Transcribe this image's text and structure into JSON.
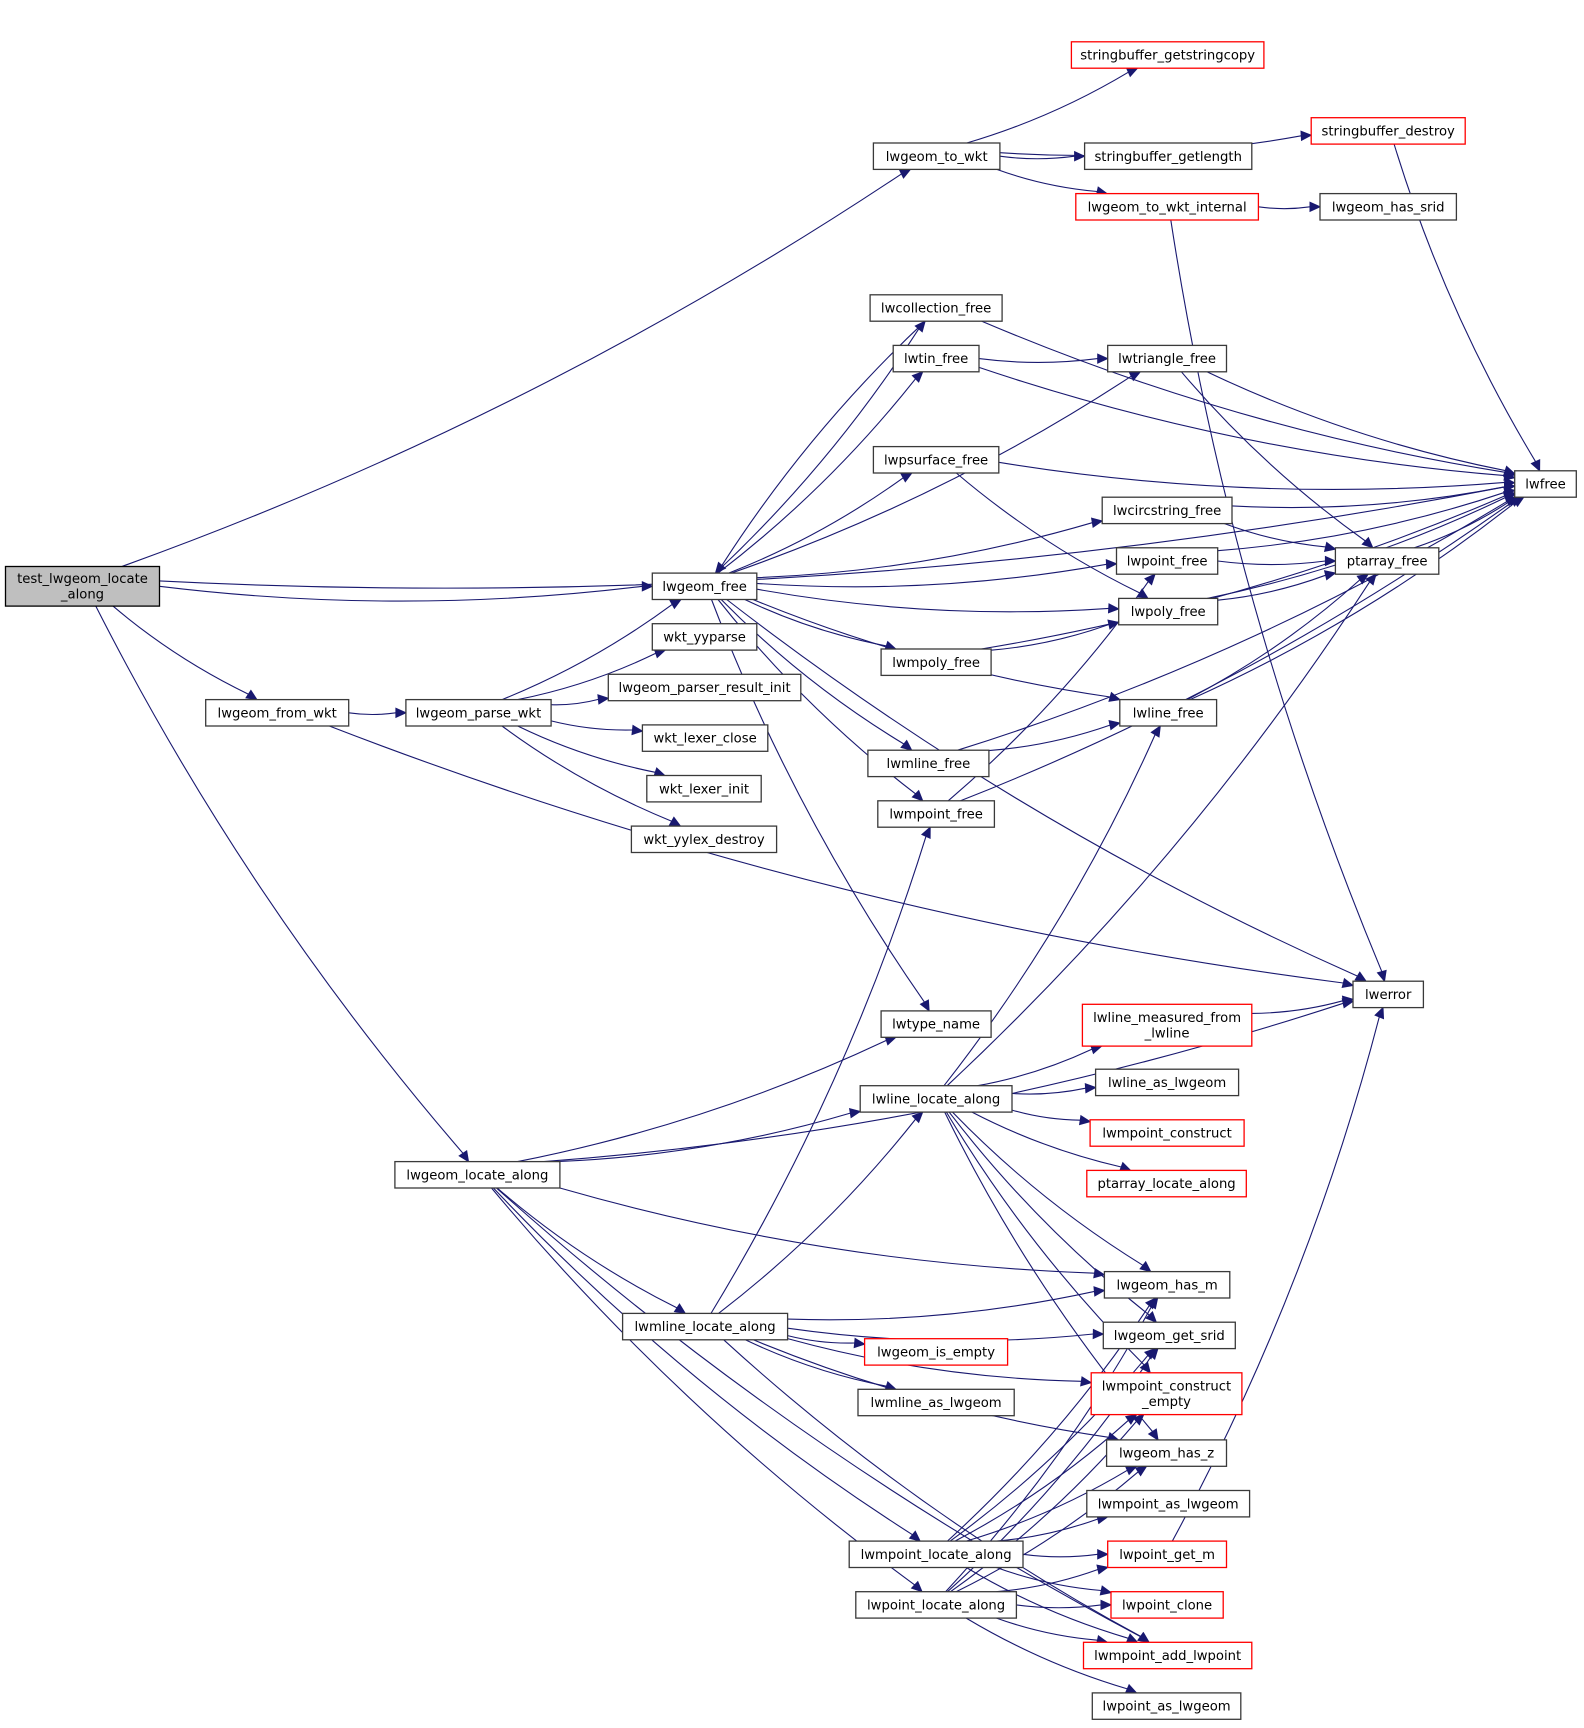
{
  "title": "test_lwgeom_locate_along call graph",
  "colors": {
    "edge": "#191970",
    "root_fill": "#bfbfbf",
    "external_border": "#ff0000",
    "node_border": "#3a3a3a"
  },
  "nodes": [
    {
      "id": "root",
      "label": [
        "test_lwgeom_locate",
        "_along"
      ],
      "kind": "root"
    },
    {
      "id": "lwgeom_to_wkt",
      "label": [
        "lwgeom_to_wkt"
      ],
      "kind": "normal"
    },
    {
      "id": "stringbuffer_getstringcopy",
      "label": [
        "stringbuffer_getstringcopy"
      ],
      "kind": "red"
    },
    {
      "id": "stringbuffer_destroy",
      "label": [
        "stringbuffer_destroy"
      ],
      "kind": "red"
    },
    {
      "id": "stringbuffer_getlength",
      "label": [
        "stringbuffer_getlength"
      ],
      "kind": "normal"
    },
    {
      "id": "lwgeom_to_wkt_internal",
      "label": [
        "lwgeom_to_wkt_internal"
      ],
      "kind": "red"
    },
    {
      "id": "lwgeom_has_srid",
      "label": [
        "lwgeom_has_srid"
      ],
      "kind": "normal"
    },
    {
      "id": "lwcollection_free",
      "label": [
        "lwcollection_free"
      ],
      "kind": "normal"
    },
    {
      "id": "lwtin_free",
      "label": [
        "lwtin_free"
      ],
      "kind": "normal"
    },
    {
      "id": "lwtriangle_free",
      "label": [
        "lwtriangle_free"
      ],
      "kind": "normal"
    },
    {
      "id": "lwpsurface_free",
      "label": [
        "lwpsurface_free"
      ],
      "kind": "normal"
    },
    {
      "id": "lwfree",
      "label": [
        "lwfree"
      ],
      "kind": "normal"
    },
    {
      "id": "lwcircstring_free",
      "label": [
        "lwcircstring_free"
      ],
      "kind": "normal"
    },
    {
      "id": "lwpoint_free",
      "label": [
        "lwpoint_free"
      ],
      "kind": "normal"
    },
    {
      "id": "ptarray_free",
      "label": [
        "ptarray_free"
      ],
      "kind": "normal"
    },
    {
      "id": "lwgeom_free",
      "label": [
        "lwgeom_free"
      ],
      "kind": "normal"
    },
    {
      "id": "lwpoly_free",
      "label": [
        "lwpoly_free"
      ],
      "kind": "normal"
    },
    {
      "id": "wkt_yyparse",
      "label": [
        "wkt_yyparse"
      ],
      "kind": "normal"
    },
    {
      "id": "lwmpoly_free",
      "label": [
        "lwmpoly_free"
      ],
      "kind": "normal"
    },
    {
      "id": "lwgeom_parser_result_init",
      "label": [
        "lwgeom_parser_result_init"
      ],
      "kind": "normal"
    },
    {
      "id": "lwgeom_from_wkt",
      "label": [
        "lwgeom_from_wkt"
      ],
      "kind": "normal"
    },
    {
      "id": "lwgeom_parse_wkt",
      "label": [
        "lwgeom_parse_wkt"
      ],
      "kind": "normal"
    },
    {
      "id": "lwline_free",
      "label": [
        "lwline_free"
      ],
      "kind": "normal"
    },
    {
      "id": "wkt_lexer_close",
      "label": [
        "wkt_lexer_close"
      ],
      "kind": "normal"
    },
    {
      "id": "lwmline_free",
      "label": [
        "lwmline_free"
      ],
      "kind": "normal"
    },
    {
      "id": "wkt_lexer_init",
      "label": [
        "wkt_lexer_init"
      ],
      "kind": "normal"
    },
    {
      "id": "lwmpoint_free",
      "label": [
        "lwmpoint_free"
      ],
      "kind": "normal"
    },
    {
      "id": "wkt_yylex_destroy",
      "label": [
        "wkt_yylex_destroy"
      ],
      "kind": "normal"
    },
    {
      "id": "lwerror",
      "label": [
        "lwerror"
      ],
      "kind": "normal"
    },
    {
      "id": "lwline_measured_from_lwline",
      "label": [
        "lwline_measured_from",
        "_lwline"
      ],
      "kind": "red"
    },
    {
      "id": "lwtype_name",
      "label": [
        "lwtype_name"
      ],
      "kind": "normal"
    },
    {
      "id": "lwline_as_lwgeom",
      "label": [
        "lwline_as_lwgeom"
      ],
      "kind": "normal"
    },
    {
      "id": "lwline_locate_along",
      "label": [
        "lwline_locate_along"
      ],
      "kind": "normal"
    },
    {
      "id": "lwmpoint_construct",
      "label": [
        "lwmpoint_construct"
      ],
      "kind": "red"
    },
    {
      "id": "lwgeom_locate_along",
      "label": [
        "lwgeom_locate_along"
      ],
      "kind": "normal"
    },
    {
      "id": "ptarray_locate_along",
      "label": [
        "ptarray_locate_along"
      ],
      "kind": "red"
    },
    {
      "id": "lwgeom_has_m",
      "label": [
        "lwgeom_has_m"
      ],
      "kind": "normal"
    },
    {
      "id": "lwmline_locate_along",
      "label": [
        "lwmline_locate_along"
      ],
      "kind": "normal"
    },
    {
      "id": "lwgeom_get_srid",
      "label": [
        "lwgeom_get_srid"
      ],
      "kind": "normal"
    },
    {
      "id": "lwgeom_is_empty",
      "label": [
        "lwgeom_is_empty"
      ],
      "kind": "red"
    },
    {
      "id": "lwmpoint_construct_empty",
      "label": [
        "lwmpoint_construct",
        "_empty"
      ],
      "kind": "red"
    },
    {
      "id": "lwmline_as_lwgeom",
      "label": [
        "lwmline_as_lwgeom"
      ],
      "kind": "normal"
    },
    {
      "id": "lwgeom_has_z",
      "label": [
        "lwgeom_has_z"
      ],
      "kind": "normal"
    },
    {
      "id": "lwmpoint_as_lwgeom",
      "label": [
        "lwmpoint_as_lwgeom"
      ],
      "kind": "normal"
    },
    {
      "id": "lwmpoint_locate_along",
      "label": [
        "lwmpoint_locate_along"
      ],
      "kind": "normal"
    },
    {
      "id": "lwpoint_get_m",
      "label": [
        "lwpoint_get_m"
      ],
      "kind": "red"
    },
    {
      "id": "lwpoint_locate_along",
      "label": [
        "lwpoint_locate_along"
      ],
      "kind": "normal"
    },
    {
      "id": "lwpoint_clone",
      "label": [
        "lwpoint_clone"
      ],
      "kind": "red"
    },
    {
      "id": "lwmpoint_add_lwpoint",
      "label": [
        "lwmpoint_add_lwpoint"
      ],
      "kind": "red"
    },
    {
      "id": "lwpoint_as_lwgeom",
      "label": [
        "lwpoint_as_lwgeom"
      ],
      "kind": "normal"
    }
  ],
  "edges": [
    [
      "root",
      "lwfree"
    ],
    [
      "root",
      "lwgeom_to_wkt"
    ],
    [
      "root",
      "lwgeom_free"
    ],
    [
      "root",
      "lwgeom_from_wkt"
    ],
    [
      "root",
      "lwgeom_locate_along"
    ],
    [
      "lwgeom_to_wkt",
      "stringbuffer_getstringcopy"
    ],
    [
      "lwgeom_to_wkt",
      "stringbuffer_destroy"
    ],
    [
      "lwgeom_to_wkt",
      "stringbuffer_getlength"
    ],
    [
      "lwgeom_to_wkt",
      "lwgeom_to_wkt_internal"
    ],
    [
      "stringbuffer_destroy",
      "lwfree"
    ],
    [
      "lwgeom_to_wkt_internal",
      "lwgeom_has_srid"
    ],
    [
      "lwgeom_to_wkt_internal",
      "lwerror"
    ],
    [
      "lwcollection_free",
      "lwfree"
    ],
    [
      "lwcollection_free",
      "lwgeom_free"
    ],
    [
      "lwtin_free",
      "lwfree"
    ],
    [
      "lwtin_free",
      "lwtriangle_free"
    ],
    [
      "lwtriangle_free",
      "lwfree"
    ],
    [
      "lwtriangle_free",
      "ptarray_free"
    ],
    [
      "lwpsurface_free",
      "lwfree"
    ],
    [
      "lwpsurface_free",
      "lwpoly_free"
    ],
    [
      "lwcircstring_free",
      "lwfree"
    ],
    [
      "lwcircstring_free",
      "ptarray_free"
    ],
    [
      "lwpoint_free",
      "lwfree"
    ],
    [
      "lwpoint_free",
      "ptarray_free"
    ],
    [
      "ptarray_free",
      "lwfree"
    ],
    [
      "lwpoly_free",
      "lwfree"
    ],
    [
      "lwpoly_free",
      "ptarray_free"
    ],
    [
      "lwgeom_free",
      "lwcollection_free"
    ],
    [
      "lwgeom_free",
      "lwtin_free"
    ],
    [
      "lwgeom_free",
      "lwtriangle_free"
    ],
    [
      "lwgeom_free",
      "lwpsurface_free"
    ],
    [
      "lwgeom_free",
      "lwcircstring_free"
    ],
    [
      "lwgeom_free",
      "lwpoint_free"
    ],
    [
      "lwgeom_free",
      "lwpoly_free"
    ],
    [
      "lwgeom_free",
      "lwmpoly_free"
    ],
    [
      "lwgeom_free",
      "lwline_free"
    ],
    [
      "lwgeom_free",
      "lwmline_free"
    ],
    [
      "lwgeom_free",
      "lwmpoint_free"
    ],
    [
      "lwgeom_free",
      "lwerror"
    ],
    [
      "lwgeom_free",
      "lwtype_name"
    ],
    [
      "lwmpoly_free",
      "lwpoly_free"
    ],
    [
      "lwmpoly_free",
      "lwfree"
    ],
    [
      "lwgeom_from_wkt",
      "lwgeom_parse_wkt"
    ],
    [
      "lwgeom_from_wkt",
      "lwerror"
    ],
    [
      "lwgeom_parse_wkt",
      "lwgeom_free"
    ],
    [
      "lwgeom_parse_wkt",
      "wkt_yyparse"
    ],
    [
      "lwgeom_parse_wkt",
      "lwgeom_parser_result_init"
    ],
    [
      "lwgeom_parse_wkt",
      "wkt_lexer_close"
    ],
    [
      "lwgeom_parse_wkt",
      "wkt_lexer_init"
    ],
    [
      "lwgeom_parse_wkt",
      "wkt_yylex_destroy"
    ],
    [
      "lwline_free",
      "lwfree"
    ],
    [
      "lwline_free",
      "ptarray_free"
    ],
    [
      "lwmline_free",
      "lwline_free"
    ],
    [
      "lwmline_free",
      "lwfree"
    ],
    [
      "lwmpoint_free",
      "lwpoint_free"
    ],
    [
      "lwmpoint_free",
      "lwfree"
    ],
    [
      "lwline_measured_from_lwline",
      "lwerror"
    ],
    [
      "lwline_locate_along",
      "lwline_free"
    ],
    [
      "lwline_locate_along",
      "ptarray_free"
    ],
    [
      "lwline_locate_along",
      "lwline_measured_from_lwline"
    ],
    [
      "lwline_locate_along",
      "lwline_as_lwgeom"
    ],
    [
      "lwline_locate_along",
      "lwmpoint_construct"
    ],
    [
      "lwline_locate_along",
      "ptarray_locate_along"
    ],
    [
      "lwline_locate_along",
      "lwgeom_has_m"
    ],
    [
      "lwline_locate_along",
      "lwgeom_get_srid"
    ],
    [
      "lwline_locate_along",
      "lwmpoint_construct_empty"
    ],
    [
      "lwline_locate_along",
      "lwgeom_has_z"
    ],
    [
      "lwgeom_locate_along",
      "lwtype_name"
    ],
    [
      "lwgeom_locate_along",
      "lwline_locate_along"
    ],
    [
      "lwgeom_locate_along",
      "lwerror"
    ],
    [
      "lwgeom_locate_along",
      "lwgeom_has_m"
    ],
    [
      "lwgeom_locate_along",
      "lwmline_locate_along"
    ],
    [
      "lwgeom_locate_along",
      "lwmpoint_locate_along"
    ],
    [
      "lwgeom_locate_along",
      "lwpoint_locate_along"
    ],
    [
      "lwgeom_locate_along",
      "lwmpoint_add_lwpoint"
    ],
    [
      "lwmline_locate_along",
      "lwmpoint_free"
    ],
    [
      "lwmline_locate_along",
      "lwline_locate_along"
    ],
    [
      "lwmline_locate_along",
      "lwgeom_has_m"
    ],
    [
      "lwmline_locate_along",
      "lwgeom_get_srid"
    ],
    [
      "lwmline_locate_along",
      "lwgeom_is_empty"
    ],
    [
      "lwmline_locate_along",
      "lwmline_as_lwgeom"
    ],
    [
      "lwmline_locate_along",
      "lwmpoint_construct_empty"
    ],
    [
      "lwmline_locate_along",
      "lwgeom_has_z"
    ],
    [
      "lwmline_locate_along",
      "lwmpoint_add_lwpoint"
    ],
    [
      "lwmpoint_locate_along",
      "lwgeom_has_m"
    ],
    [
      "lwmpoint_locate_along",
      "lwgeom_get_srid"
    ],
    [
      "lwmpoint_locate_along",
      "lwmpoint_construct_empty"
    ],
    [
      "lwmpoint_locate_along",
      "lwgeom_has_z"
    ],
    [
      "lwmpoint_locate_along",
      "lwmpoint_as_lwgeom"
    ],
    [
      "lwmpoint_locate_along",
      "lwpoint_get_m"
    ],
    [
      "lwmpoint_locate_along",
      "lwpoint_clone"
    ],
    [
      "lwmpoint_locate_along",
      "lwmpoint_add_lwpoint"
    ],
    [
      "lwpoint_locate_along",
      "lwgeom_has_m"
    ],
    [
      "lwpoint_locate_along",
      "lwgeom_get_srid"
    ],
    [
      "lwpoint_locate_along",
      "lwmpoint_construct_empty"
    ],
    [
      "lwpoint_locate_along",
      "lwgeom_has_z"
    ],
    [
      "lwpoint_locate_along",
      "lwpoint_get_m"
    ],
    [
      "lwpoint_locate_along",
      "lwpoint_clone"
    ],
    [
      "lwpoint_locate_along",
      "lwmpoint_add_lwpoint"
    ],
    [
      "lwpoint_locate_along",
      "lwpoint_as_lwgeom"
    ],
    [
      "lwpoint_get_m",
      "lwerror"
    ]
  ]
}
